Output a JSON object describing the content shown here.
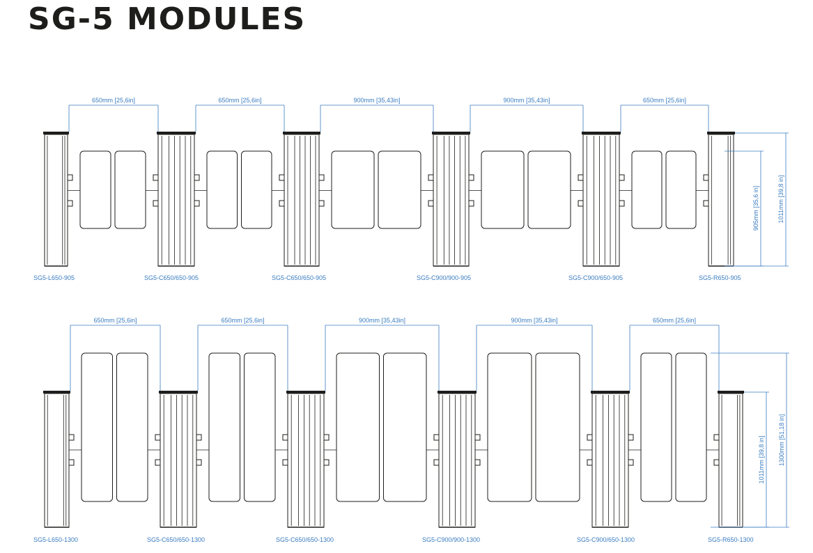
{
  "title": "SG-5 MODULES",
  "colors": {
    "line": "#1d1d1b",
    "dimension": "#3a7cc0",
    "background": "#ffffff"
  },
  "rows": [
    {
      "id": "905",
      "spans": [
        "650mm [25,6in]",
        "650mm [25,6in]",
        "900mm [35,43in]",
        "900mm [35,43in]",
        "650mm [25,6in]"
      ],
      "labels": [
        "SG5-L650-905",
        "SG5-C650/650-905",
        "SG5-C650/650-905",
        "SG5-C900/900-905",
        "SG5-C900/650-905",
        "SG5-R650-905"
      ],
      "heights": [
        "905mm [35,6 in]",
        "1011mm [39,8 in]"
      ]
    },
    {
      "id": "1300",
      "spans": [
        "650mm [25,6in]",
        "650mm [25,6in]",
        "900mm [35,43in]",
        "900mm [35,43in]",
        "650mm [25,6in]"
      ],
      "labels": [
        "SG5-L650-1300",
        "SG5-C650/650-1300",
        "SG5-C650/650-1300",
        "SG5-C900/900-1300",
        "SG5-C900/650-1300",
        "SG5-R650-1300"
      ],
      "heights": [
        "1011mm [39,8 in]",
        "1300mm [51,18 in]"
      ]
    }
  ]
}
